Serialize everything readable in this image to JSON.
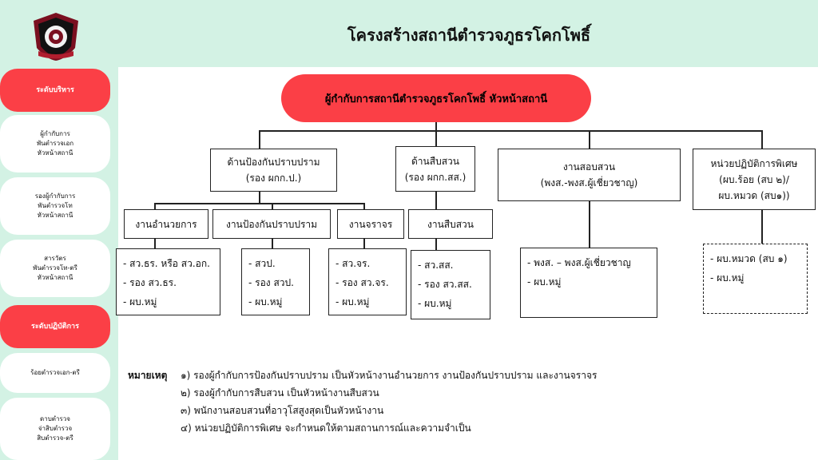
{
  "header": {
    "title": "โครงสร้างสถานีตำรวจภูธรโคกโพธิ์"
  },
  "sidebar": {
    "items": [
      {
        "label": "ระดับบริหาร",
        "active": true
      },
      {
        "label": "ผู้กำกับการ\nพันตำรวจเอก\nหัวหน้าสถานี",
        "active": false
      },
      {
        "label": "รองผู้กำกับการ\nพันตำรวจโท\nหัวหน้าสถานี",
        "active": false
      },
      {
        "label": "สารวัตร\nพันตำรวจโท-ตรี\nหัวหน้าสถานี",
        "active": false
      },
      {
        "label": "ระดับปฏิบัติการ",
        "active": true
      },
      {
        "label": "ร้อยตำรวจเอก-ตรี",
        "active": false
      },
      {
        "label": "ดาบตำรวจ\nจ่าสิบตำรวจ\nสิบตำรวจ-ตรี",
        "active": false
      }
    ]
  },
  "chart": {
    "root": "ผู้กำกับการสถานีตำรวจภูธรโคกโพธิ์ หัวหน้าสถานี",
    "divisions": [
      "ด้านป้องกันปราบปราม\n(รอง ผกก.ป.)",
      "ด้านสืบสวน\n(รอง ผกก.สส.)",
      "งานสอบสวน\n(พงส.-พงส.ผู้เชี่ยวชาญ)",
      "หน่วยปฏิบัติการพิเศษ\n(ผบ.ร้อย (สบ ๒)/\nผบ.หมวด (สบ๑))"
    ],
    "units": [
      "งานอำนวยการ",
      "งานป้องกันปราบปราม",
      "งานจราจร",
      "งานสืบสวน"
    ],
    "lists": [
      "- สว.ธร. หรือ สว.อก.\n- รอง สว.ธร.\n- ผบ.หมู่",
      "- สวป.\n- รอง สวป.\n- ผบ.หมู่",
      "- สว.จร.\n- รอง สว.จร.\n- ผบ.หมู่",
      "- สว.สส.\n- รอง สว.สส.\n- ผบ.หมู่",
      "- พงส. – พงส.ผู้เชี่ยวชาญ\n- ผบ.หมู่",
      "- ผบ.หมวด (สบ ๑)\n- ผบ.หมู่"
    ]
  },
  "notes": {
    "label": "หมายเหตุ",
    "items": [
      "๑)   รองผู้กำกับการป้องกันปราบปราม เป็นหัวหน้างานอำนวยการ งานป้องกันปราบปราม และงานจราจร",
      "๒)   รองผู้กำกับการสืบสวน เป็นหัวหน้างานสืบสวน",
      "๓)   พนักงานสอบสวนที่อาวุโสสูงสุดเป็นหัวหน้างาน",
      "๔)   หน่วยปฏิบัติการพิเศษ จะกำหนดให้ตามสถานการณ์และความจำเป็น"
    ]
  },
  "colors": {
    "accent": "#fb3f46",
    "background_panel": "#d3f2e4"
  },
  "icons": {
    "logo": "police-emblem-icon"
  }
}
